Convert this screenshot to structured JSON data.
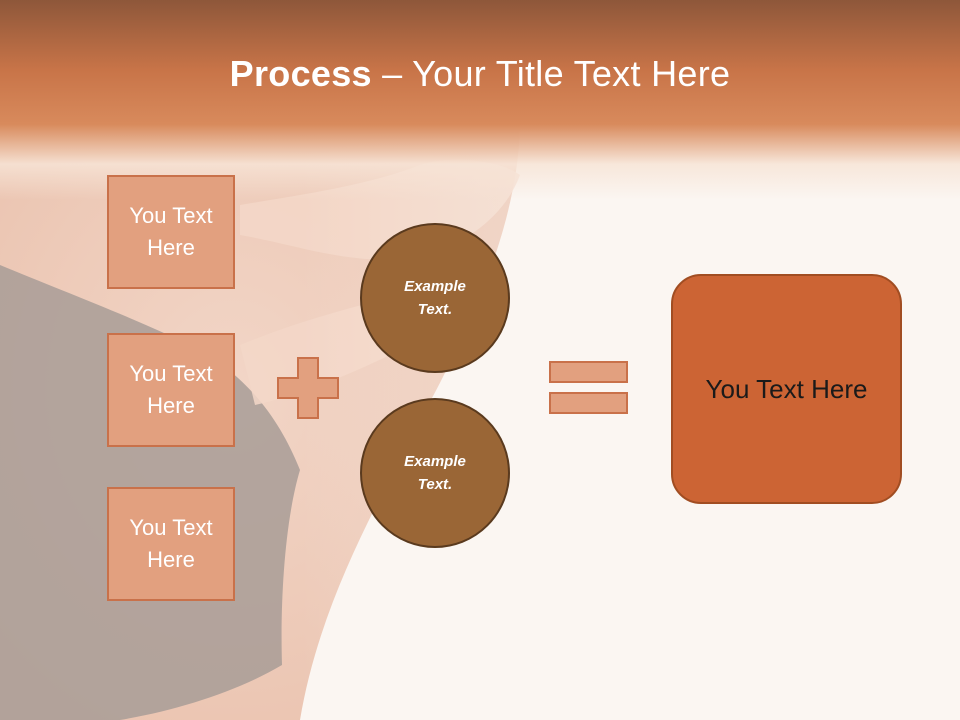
{
  "title": {
    "bold": "Process",
    "rest": " – Your Title Text Here"
  },
  "left_boxes": [
    {
      "label": "You Text Here"
    },
    {
      "label": "You Text Here"
    },
    {
      "label": "You Text Here"
    }
  ],
  "circles": [
    {
      "label": "Example Text."
    },
    {
      "label": "Example Text."
    }
  ],
  "result_box": {
    "label": "You Text Here"
  },
  "operators": {
    "plus_icon": "plus-icon",
    "equals_icon": "equals-icon"
  },
  "colors": {
    "header": "#c87448",
    "box_fill": "#e2a07f",
    "box_border": "#c9714a",
    "circle_fill": "#9a6636",
    "result_fill": "#cc6434"
  }
}
